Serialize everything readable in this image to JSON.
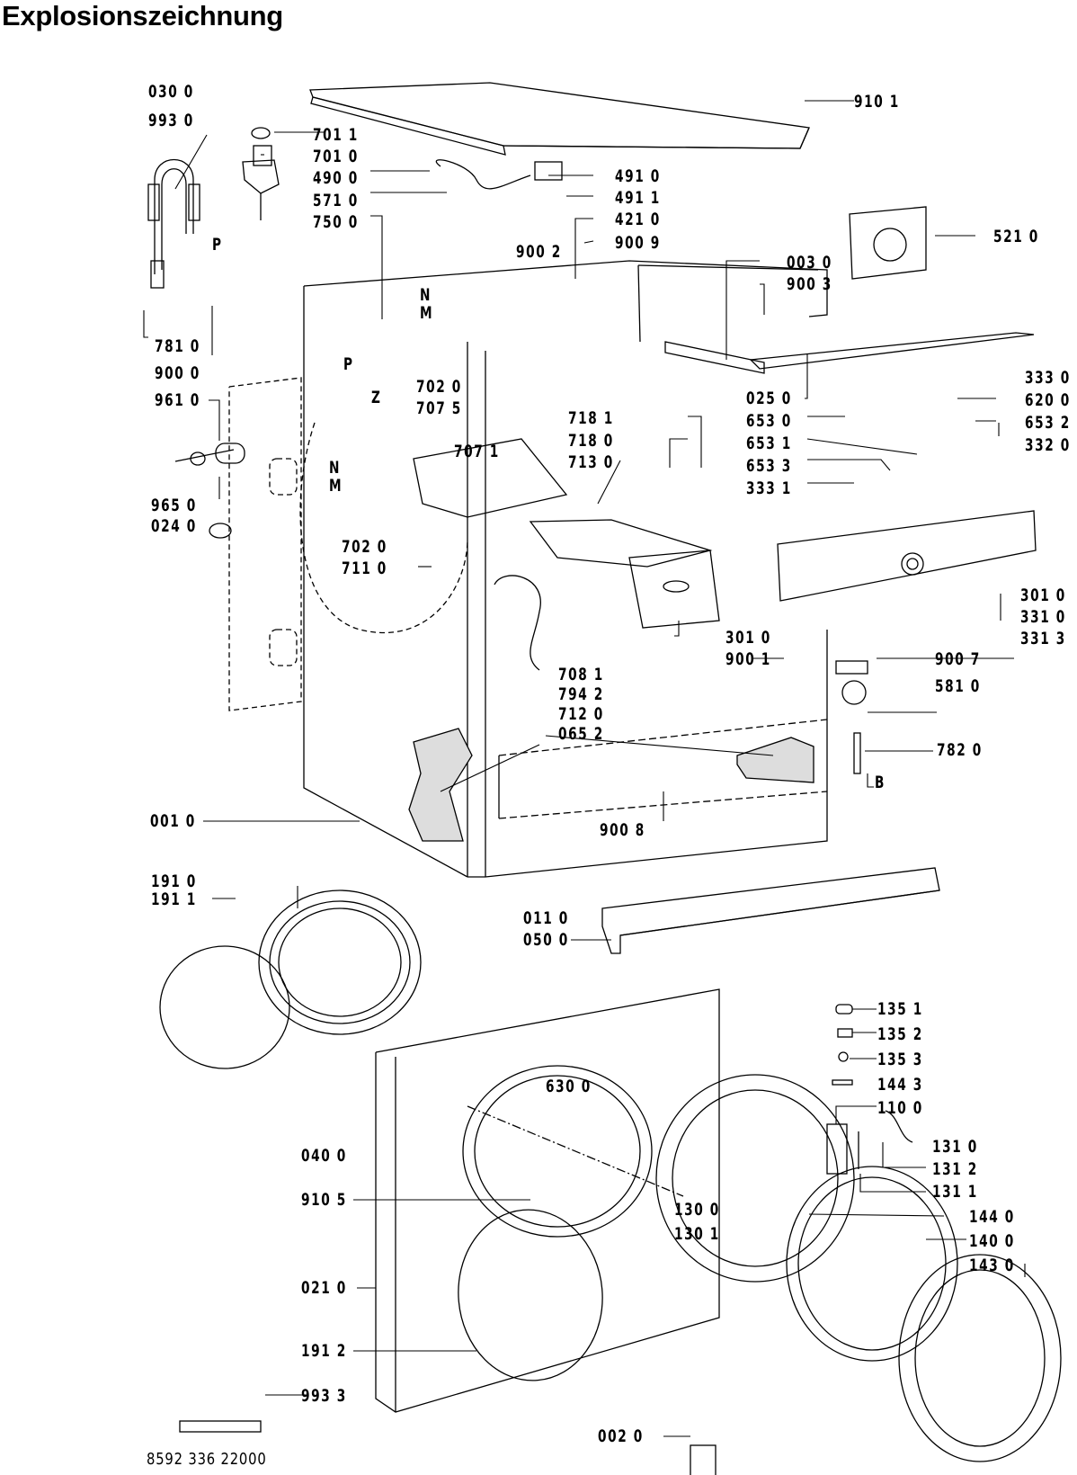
{
  "title": "Explosionszeichnung",
  "footer_code": "8592 336 22000",
  "letters": {
    "P1": "P",
    "P2": "P",
    "N1": "N",
    "M1": "M",
    "N2": "N",
    "M2": "M",
    "Z": "Z",
    "B": "B"
  },
  "labels": {
    "l0300": "030 0",
    "l9930": "993 0",
    "l7011": "701 1",
    "l7010": "701 0",
    "l4900": "490 0",
    "l5710": "571 0",
    "l7500": "750 0",
    "l9101": "910 1",
    "l4910": "491 0",
    "l4911": "491 1",
    "l4210": "421 0",
    "l9002": "900 2",
    "l9009": "900 9",
    "l5210": "521 0",
    "l0030": "003 0",
    "l9003": "900 3",
    "l7810": "781 0",
    "l9000": "900 0",
    "l9610": "961 0",
    "l9650": "965 0",
    "l0240": "024 0",
    "l7020a": "702 0",
    "l7075": "707 5",
    "l7071": "707 1",
    "l7020b": "702 0",
    "l7110": "711 0",
    "l7181": "718 1",
    "l7180": "718 0",
    "l7130": "713 0",
    "l3330": "333 0",
    "l6200": "620 0",
    "l6532": "653 2",
    "l3320": "332 0",
    "l0250": "025 0",
    "l6530": "653 0",
    "l6531": "653 1",
    "l6533": "653 3",
    "l3331": "333 1",
    "l3010a": "301 0",
    "l3310": "331 0",
    "l3313": "331 3",
    "l3010b": "301 0",
    "l9001": "900 1",
    "l9007": "900 7",
    "l5810": "581 0",
    "l7081": "708 1",
    "l7942": "794 2",
    "l7120": "712 0",
    "l0652": "065 2",
    "l7820": "782 0",
    "l0010": "001 0",
    "l9008": "900 8",
    "l1910": "191 0",
    "l1911": "191 1",
    "l0110": "011 0",
    "l0500": "050 0",
    "l1351": "135 1",
    "l1352": "135 2",
    "l1353": "135 3",
    "l1443": "144 3",
    "l1100": "110 0",
    "l1310": "131 0",
    "l1312": "131 2",
    "l1311": "131 1",
    "l1440": "144 0",
    "l1400": "140 0",
    "l1430": "143 0",
    "l6300": "630 0",
    "l0400": "040 0",
    "l9105": "910 5",
    "l1300": "130 0",
    "l1301": "130 1",
    "l0210": "021 0",
    "l1912": "191 2",
    "l9933": "993 3",
    "l0020": "002 0"
  }
}
